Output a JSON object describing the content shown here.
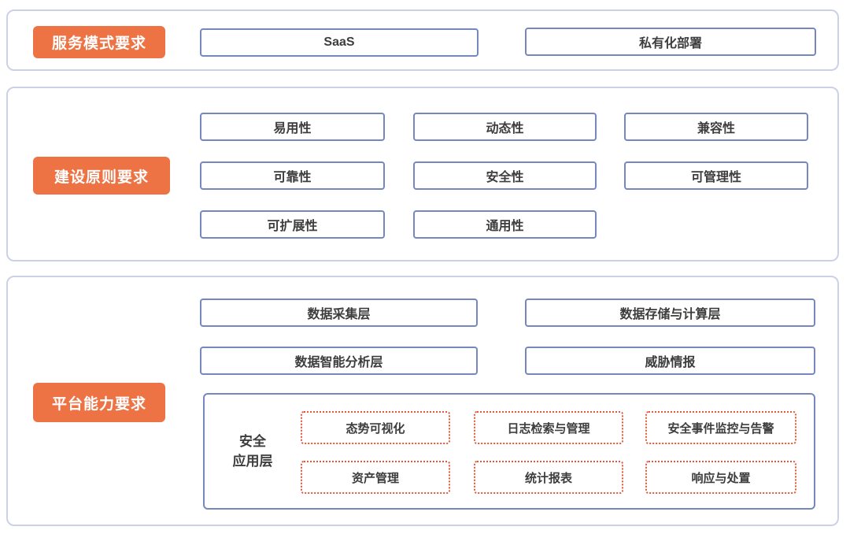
{
  "colors": {
    "badge_orange": "#ed7244",
    "box_border_blue": "#7488bf",
    "section_border": "#ccd2e6",
    "module_dashed_border": "#e0593c",
    "text": "#3d3d3d",
    "badge_text": "#ffffff",
    "background": "#ffffff"
  },
  "sections": [
    {
      "badge": "服务模式要求",
      "items": [
        "SaaS",
        "私有化部署"
      ]
    },
    {
      "badge": "建设原则要求",
      "items": [
        "易用性",
        "动态性",
        "兼容性",
        "可靠性",
        "安全性",
        "可管理性",
        "可扩展性",
        "通用性"
      ]
    },
    {
      "badge": "平台能力要求",
      "layers": [
        "数据采集层",
        "数据存储与计算层",
        "数据智能分析层",
        "威胁情报"
      ],
      "app_layer": {
        "label_line1": "安全",
        "label_line2": "应用层",
        "modules": [
          "态势可视化",
          "日志检索与管理",
          "安全事件监控与告警",
          "资产管理",
          "统计报表",
          "响应与处置"
        ]
      }
    }
  ]
}
